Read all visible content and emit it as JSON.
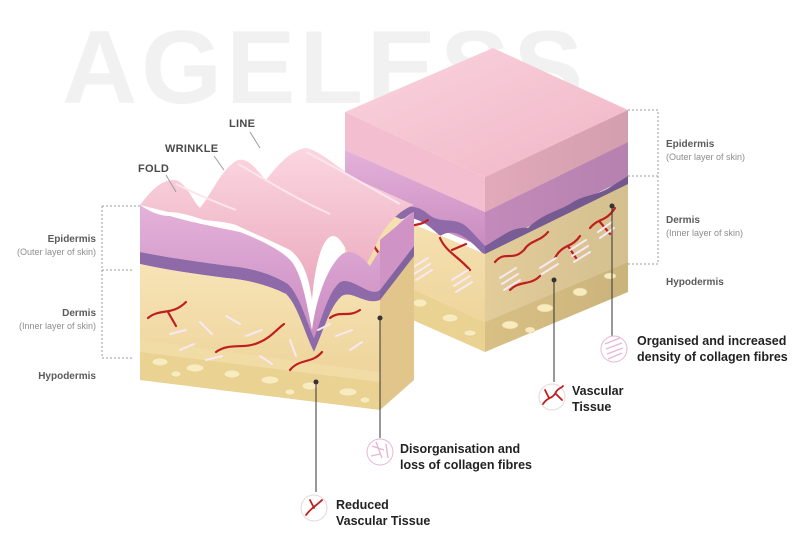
{
  "watermark": "AGELESS",
  "wrinkles": {
    "fold": "FOLD",
    "wrinkle": "WRINKLE",
    "line": "LINE"
  },
  "left_layers": {
    "epidermis": {
      "title": "Epidermis",
      "sub": "(Outer layer of skin)"
    },
    "dermis": {
      "title": "Dermis",
      "sub": "(Inner layer of skin)"
    },
    "hypodermis": {
      "title": "Hypodermis"
    }
  },
  "right_layers": {
    "epidermis": {
      "title": "Epidermis",
      "sub": "(Outer layer of skin)"
    },
    "dermis": {
      "title": "Dermis",
      "sub": "(Inner layer of skin)"
    },
    "hypodermis": {
      "title": "Hypodermis"
    }
  },
  "callouts": {
    "organised": {
      "line1": "Organised and increased",
      "line2": "density of collagen fibres"
    },
    "vascular": {
      "line1": "Vascular",
      "line2": "Tissue"
    },
    "disorganisation": {
      "line1": "Disorganisation and",
      "line2": "loss of collagen fibres"
    },
    "reduced": {
      "line1": "Reduced",
      "line2": "Vascular Tissue"
    }
  },
  "colors": {
    "skin_top": "#f6c6d2",
    "epidermis": "#d9a3cf",
    "basal": "#8e6aa8",
    "dermis": "#f3dca8",
    "hypodermis": "#ecd69a",
    "vessel": "#c01e1e",
    "collagen": "#f5e6f2"
  }
}
